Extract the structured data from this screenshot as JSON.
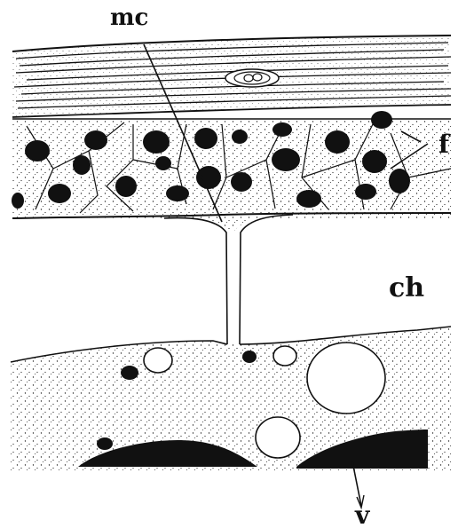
{
  "figure": {
    "labels": {
      "mc": "mc",
      "f": "f",
      "ch": "ch",
      "v": "v"
    },
    "colors": {
      "ink": "#111111",
      "paper": "#ffffff"
    }
  }
}
